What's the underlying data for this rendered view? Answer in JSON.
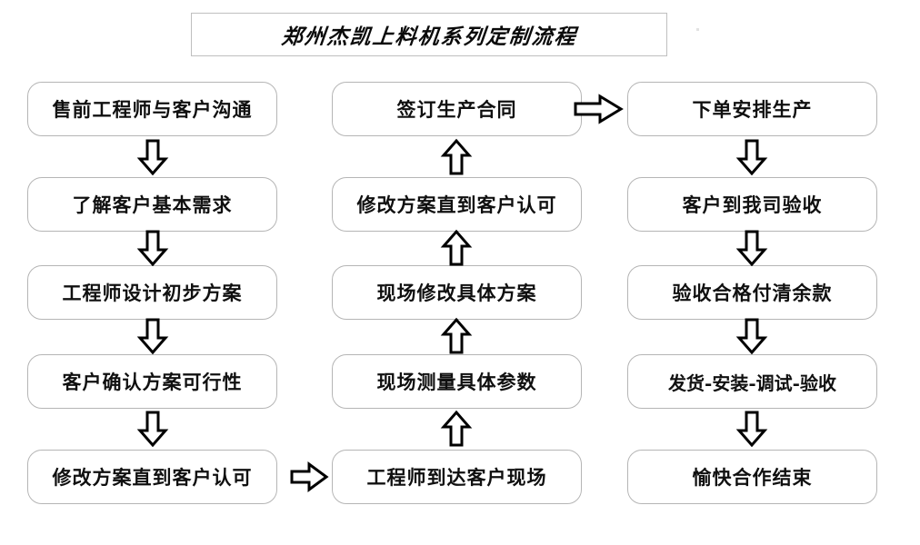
{
  "diagram": {
    "title": "郑州杰凯上料机系列定制流程",
    "columns": [
      {
        "id": "column-left",
        "direction": "down",
        "nodes": [
          {
            "label": "售前工程师与客户沟通"
          },
          {
            "label": "了解客户基本需求"
          },
          {
            "label": "工程师设计初步方案"
          },
          {
            "label": "客户确认方案可行性"
          },
          {
            "label": "修改方案直到客户认可"
          }
        ]
      },
      {
        "id": "column-middle",
        "direction": "up",
        "nodes": [
          {
            "label": "签订生产合同"
          },
          {
            "label": "修改方案直到客户认可"
          },
          {
            "label": "现场修改具体方案"
          },
          {
            "label": "现场测量具体参数"
          },
          {
            "label": "工程师到达客户现场"
          }
        ]
      },
      {
        "id": "column-right",
        "direction": "down",
        "nodes": [
          {
            "label": "下单安排生产"
          },
          {
            "label": "客户到我司验收"
          },
          {
            "label": "验收合格付清余款"
          },
          {
            "label": "发货-安装-调试-验收"
          },
          {
            "label": "愉快合作结束"
          }
        ]
      }
    ],
    "connectors": {
      "left_down": [
        "down-arrow",
        "down-arrow",
        "down-arrow",
        "down-arrow"
      ],
      "middle_up": [
        "up-arrow",
        "up-arrow",
        "up-arrow",
        "up-arrow"
      ],
      "right_down": [
        "down-arrow",
        "down-arrow",
        "down-arrow",
        "down-arrow"
      ],
      "left_to_middle": "right-arrow",
      "middle_to_right": "right-arrow"
    },
    "colors": {
      "box_border": "#b5b5b5",
      "title_border": "#bfbfbf",
      "arrow_stroke": "#000000",
      "text": "#101010",
      "background": "#ffffff"
    }
  }
}
